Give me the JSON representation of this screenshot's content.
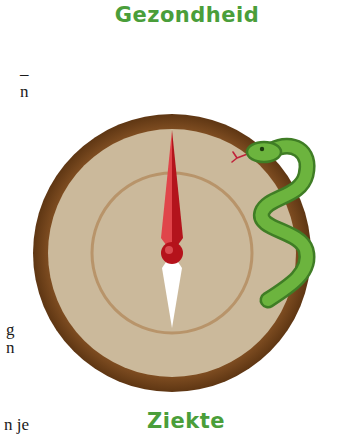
{
  "diagram": {
    "labels": [
      "Gezondheid",
      "Ziekte",
      "–",
      "n",
      "g",
      "n",
      "n je"
    ]
  }
}
